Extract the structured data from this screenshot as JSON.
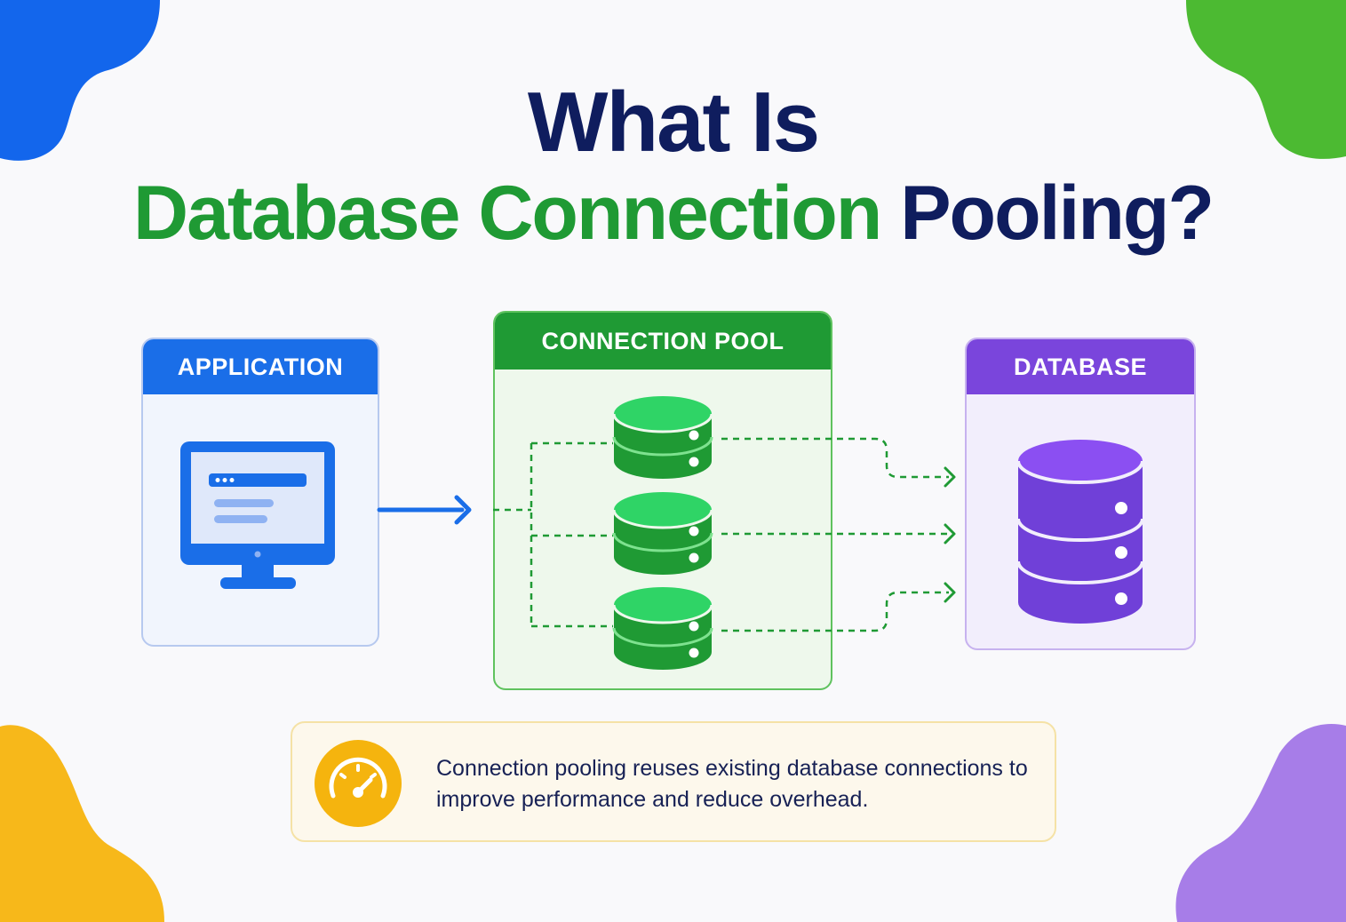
{
  "title": {
    "line1": "What Is",
    "line2_part1": "Database Connection",
    "line2_part2": "Pooling?"
  },
  "cards": {
    "application": "APPLICATION",
    "connection_pool": "CONNECTION POOL",
    "database": "DATABASE"
  },
  "note": {
    "text": "Connection pooling reuses existing database connections to improve performance and reduce overhead."
  },
  "icons": {
    "application": "monitor-icon",
    "pool": "database-cylinder-icon",
    "database": "database-icon",
    "note": "speedometer-icon"
  },
  "colors": {
    "navy": "#0f1d5e",
    "green": "#1f9a34",
    "blue": "#1a6ee8",
    "purple": "#7a45dc",
    "yellow": "#f5b40e"
  }
}
